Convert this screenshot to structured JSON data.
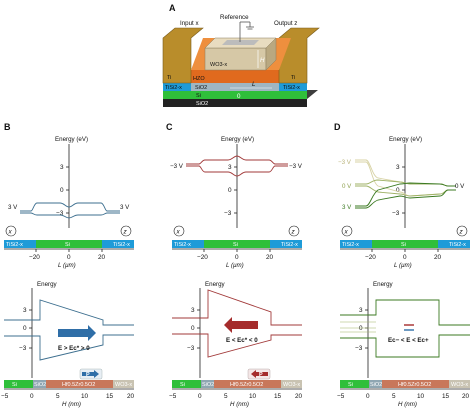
{
  "panels": {
    "A": {
      "label": "A",
      "input": "Input x",
      "reference": "Reference",
      "output": "Output z",
      "layers": {
        "wo": "WO3-x",
        "hzo": "HZO",
        "sio2_top": "SiO2",
        "si": "Si",
        "tisi_l": "TiSi2-x",
        "tisi_r": "TiSi2-x",
        "sio2_bottom": "SiO2",
        "ti_l": "Ti",
        "ti_r": "Ti"
      },
      "dims": {
        "h": "H",
        "l": "L",
        "zero": "0"
      }
    },
    "B": {
      "label": "B",
      "energy_title": "Energy (eV)",
      "yticks": [
        "3",
        "0",
        "−3"
      ],
      "left_v": "3 V",
      "right_v": "3 V",
      "x_label": "L (μm)",
      "x_ticks": [
        "−20",
        "0",
        "20"
      ],
      "bar": {
        "left": "TiSi2-x",
        "mid": "Si",
        "right": "TiSi2-x"
      },
      "node_left": "x",
      "node_right": "z",
      "lower": {
        "energy_title": "Energy",
        "yticks": [
          "3",
          "0",
          "−3"
        ],
        "arrow_text": "E > Ec* > 0",
        "badge": "P",
        "x_label": "H (nm)",
        "x_ticks": [
          "−5",
          "0",
          "5",
          "10",
          "15",
          "20"
        ],
        "bar": {
          "si": "Si",
          "sio2": "SiO2",
          "hzo": "Hf0.5Zr0.5O2",
          "wo": "WO3-x"
        }
      }
    },
    "C": {
      "label": "C",
      "energy_title": "Energy (eV)",
      "yticks": [
        "3",
        "0",
        "−3"
      ],
      "left_v": "−3 V",
      "right_v": "−3 V",
      "x_label": "L (μm)",
      "x_ticks": [
        "−20",
        "0",
        "20"
      ],
      "bar": {
        "left": "TiSi2-x",
        "mid": "Si",
        "right": "TiSi2-x"
      },
      "node_left": "x",
      "node_right": "z",
      "lower": {
        "energy_title": "Energy",
        "yticks": [
          "3",
          "0",
          "−3"
        ],
        "arrow_text": "E < Ec* < 0",
        "badge": "P",
        "x_label": "H (nm)",
        "x_ticks": [
          "−5",
          "0",
          "5",
          "10",
          "15",
          "20"
        ],
        "bar": {
          "si": "Si",
          "sio2": "SiO2",
          "hzo": "Hf0.5Zr0.5O2",
          "wo": "WO3-x"
        }
      }
    },
    "D": {
      "label": "D",
      "energy_title": "Energy (eV)",
      "yticks": [
        "3",
        "0",
        "−3"
      ],
      "left_vs": [
        "−3 V",
        "0 V",
        "3 V"
      ],
      "right_v": "0 V",
      "x_label": "L (μm)",
      "x_ticks": [
        "−20",
        "0",
        "20"
      ],
      "bar": {
        "left": "TiSi2-x",
        "mid": "Si",
        "right": "TiSi2-x"
      },
      "node_left": "x",
      "node_right": "z",
      "lower": {
        "energy_title": "Energy",
        "yticks": [
          "3",
          "0",
          "−3"
        ],
        "range_text": "Ec− < E < Ec+",
        "x_label": "H (nm)",
        "x_ticks": [
          "−5",
          "0",
          "5",
          "10",
          "15",
          "20"
        ],
        "bar": {
          "si": "Si",
          "sio2": "SiO2",
          "hzo": "Hf0.5Zr0.5O2",
          "wo": "WO3-x"
        }
      }
    }
  },
  "colors": {
    "blue": "#3d6f8f",
    "red": "#a23a3a",
    "green": "#3b7a22",
    "tisi": "#1e9bd8",
    "si": "#2fbf3a",
    "hzo": "#c8775a",
    "wo": "#c9c3b2",
    "ti": "#b98d2b"
  }
}
